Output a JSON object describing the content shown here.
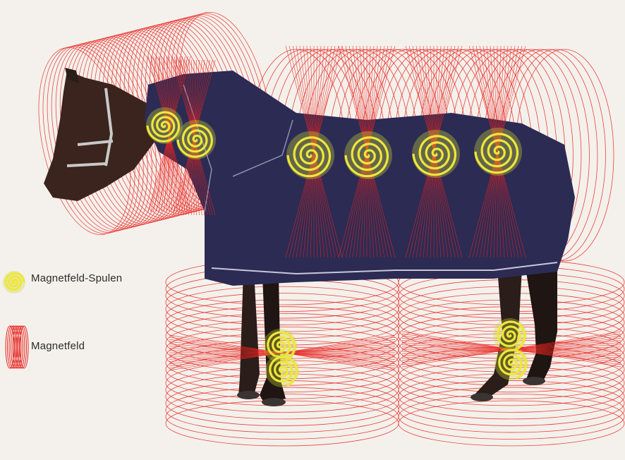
{
  "legend": {
    "coils_label": "Magnetfeld-Spulen",
    "field_label": "Magnetfeld"
  },
  "colors": {
    "background": "#f4f1ec",
    "field_line": "#e8231f",
    "coil": "#c9d63a",
    "coil_stroke": "#f0e63b",
    "blanket": "#2c2b54",
    "horse": "#2a1d1a"
  },
  "elements": {
    "coil_icon": "spiral-coil",
    "field_icon": "field-loops"
  }
}
